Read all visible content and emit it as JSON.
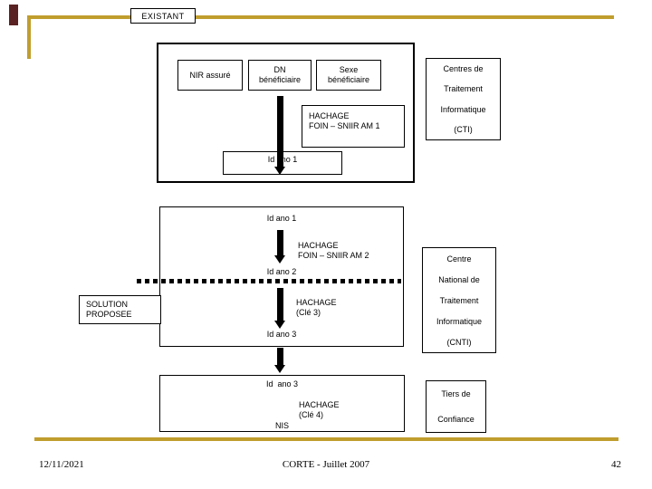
{
  "template": {
    "tab_label": "EXISTANT",
    "colors": {
      "gold": "#C09E2E",
      "maroon": "#5A2222",
      "line": "#000000"
    }
  },
  "existant_flow": {
    "nir": "NIR assuré",
    "dn": "DN\nbénéficiaire",
    "sexe": "Sexe\nbénéficiaire",
    "hash1": "HACHAGE\nFOIN – SNIIR AM 1",
    "id_ano_1": "Id ano 1"
  },
  "solution_flow": {
    "label": "SOLUTION\nPROPOSEE",
    "id_ano_1": "Id ano 1",
    "hash2": "HACHAGE\nFOIN – SNIIR AM 2",
    "id_ano_2": "Id ano 2",
    "hash3": "HACHAGE\n(Clé 3)",
    "id_ano_3": "Id ano 3",
    "id_ano_3_title": "Id  ano 3",
    "hash4": "HACHAGE\n(Clé 4)",
    "nis": "NIS"
  },
  "right_column": {
    "cti_lines": [
      "Centres de",
      "Traitement",
      "Informatique",
      "(CTI)"
    ],
    "cnti_lines": [
      "Centre",
      "National de",
      "Traitement",
      "Informatique",
      "(CNTI)"
    ],
    "tiers_lines": [
      "Tiers de",
      "Confiance"
    ]
  },
  "footer": {
    "date": "12/11/2021",
    "center": "CORTE - Juillet 2007",
    "page": "42"
  }
}
